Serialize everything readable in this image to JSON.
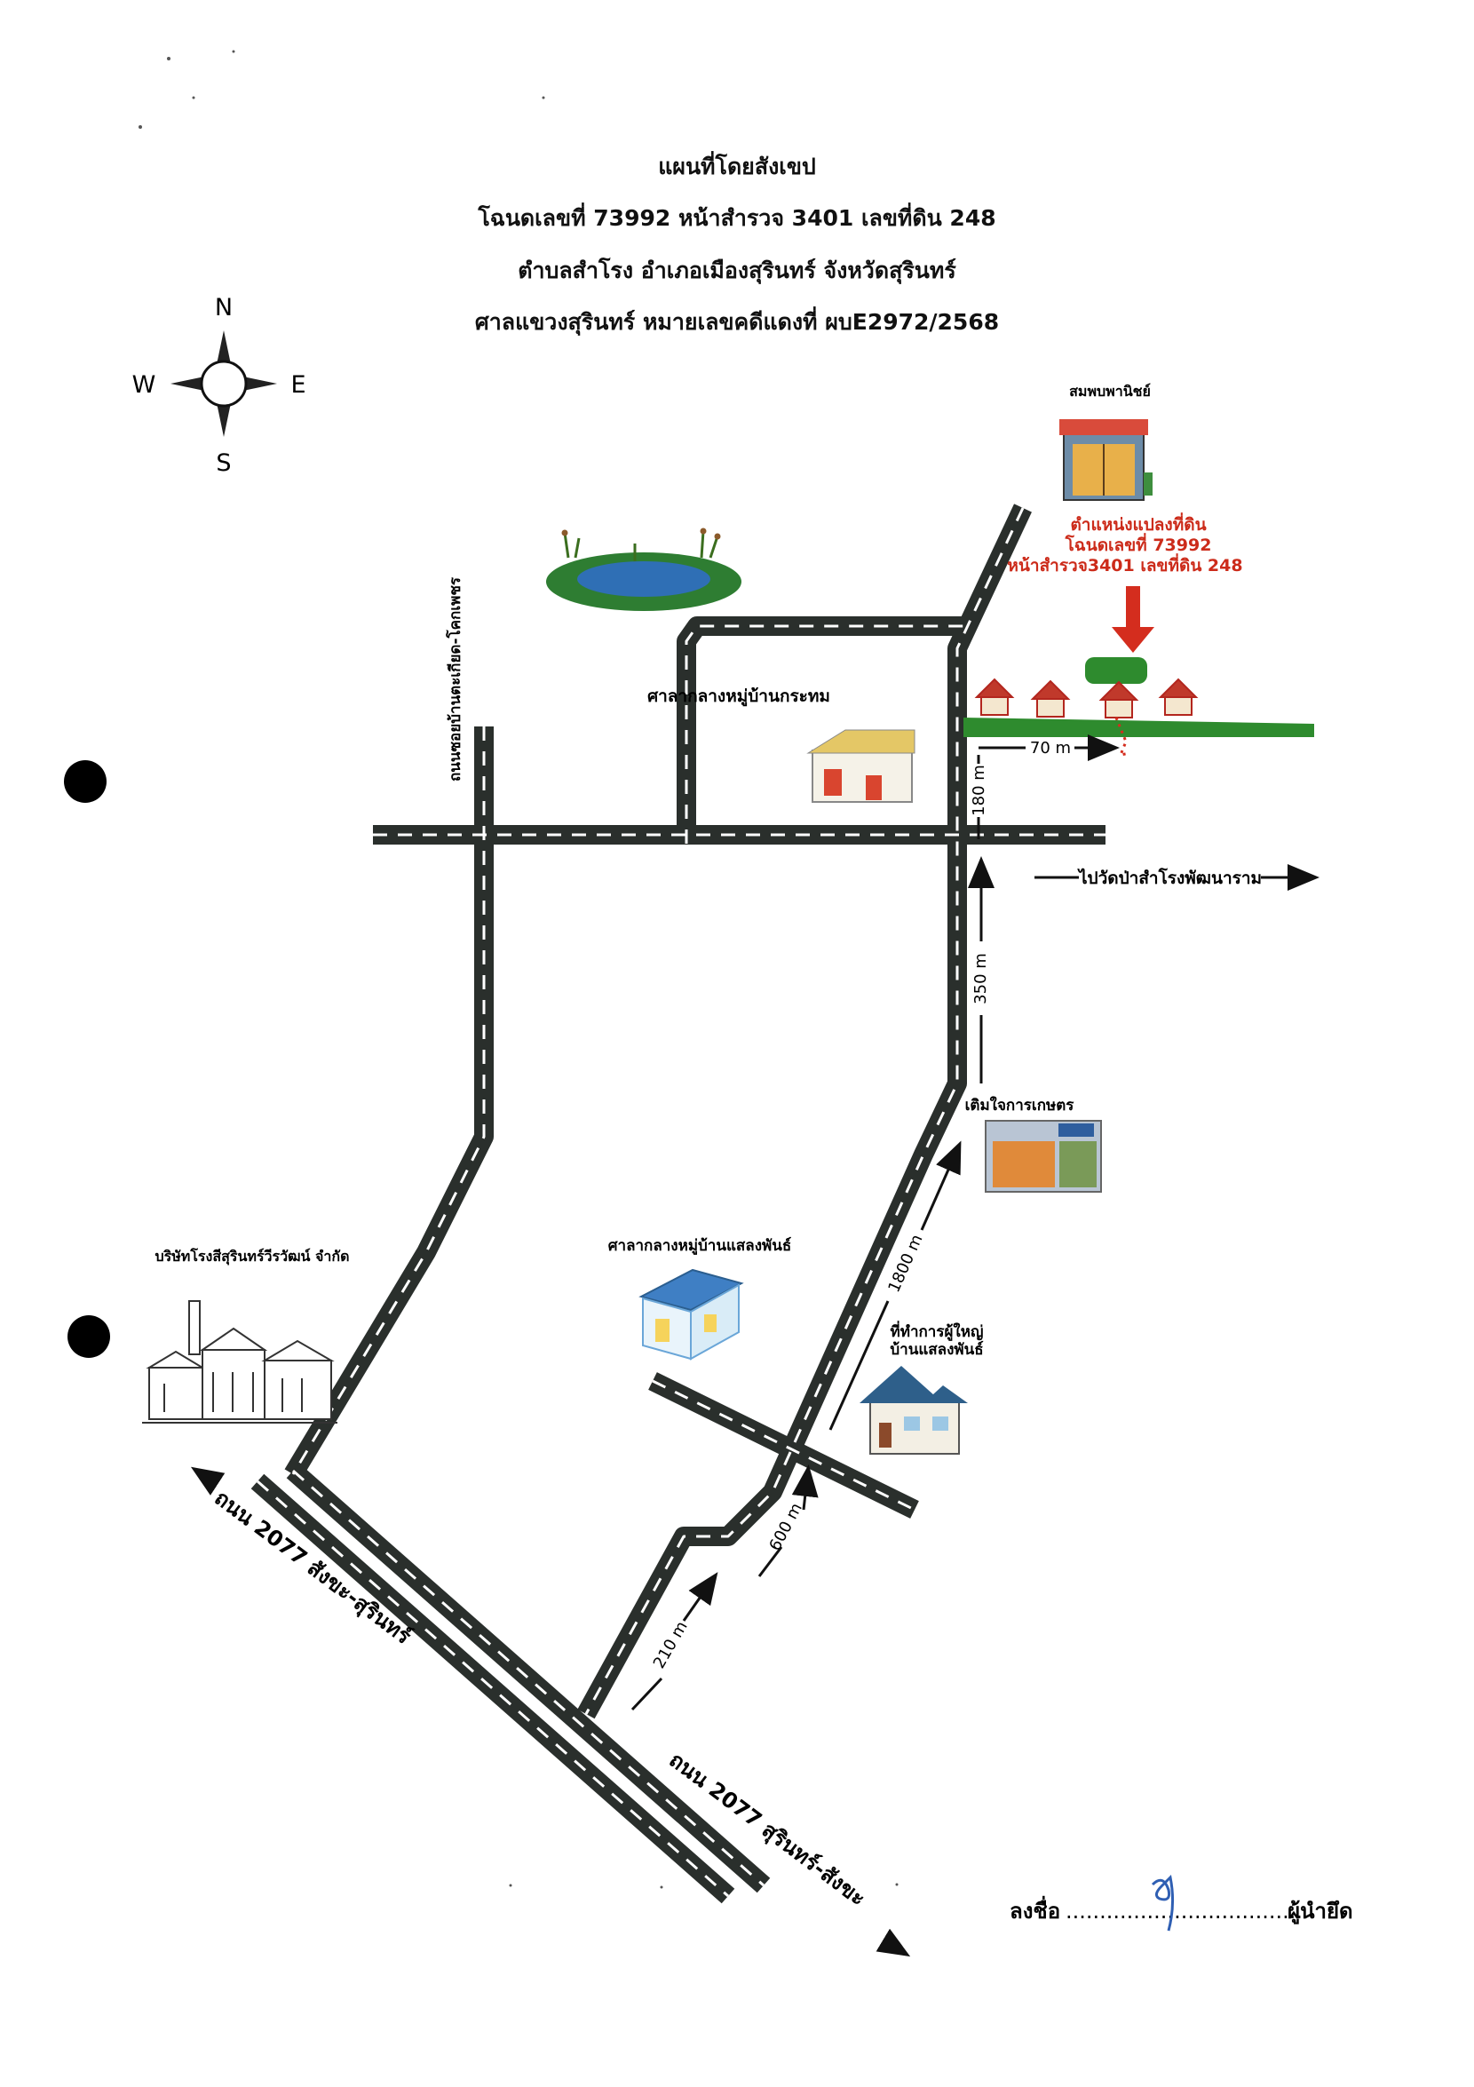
{
  "header": {
    "title": "แผนที่โดยสังเขป",
    "line2": "โฉนดเลขที่ 73992 หน้าสำรวจ 3401 เลขที่ดิน 248",
    "line3": "ตำบลสำโรง อำเภอเมืองสุรินทร์ จังหวัดสุรินทร์",
    "line4": "ศาลแขวงสุรินทร์ หมายเลขคดีแดงที่ ผบE2972/2568"
  },
  "compass": {
    "n": "N",
    "s": "S",
    "e": "E",
    "w": "W"
  },
  "landmarks": {
    "shop_top": "สมพบพานิชย์",
    "plot_line1": "ตำแหน่งแปลงที่ดิน",
    "plot_line2": "โฉนดเลขที่ 73992",
    "plot_line3": "หน้าสำรวจ3401 เลขที่ดิน 248",
    "sala_krathom": "ศาลากลางหมู่บ้านกระทม",
    "side_road": "ถนนซอยบ้านตะเกียด-โคกเพชร",
    "to_wat": "ไปวัดป่าสำโรงพัฒนาราม",
    "farm_shop": "เติมใจการเกษตร",
    "sala_saeng": "ศาลากลางหมู่บ้านแสลงพันธ์",
    "headman_line1": "ที่ทำการผู้ใหญ่",
    "headman_line2": "บ้านแสลงพันธ์",
    "factory": "บริษัทโรงสีสุรินทร์วีรวัฒน์ จำกัด",
    "highway_upper": "ถนน 2077 สังขะ-สุรินทร์",
    "highway_lower": "ถนน 2077 สุรินทร์-สังขะ"
  },
  "distances": {
    "d70": "70 m",
    "d180": "180 m",
    "d350": "350 m",
    "d1800": "1800 m",
    "d600": "600 m",
    "d210": "210 m"
  },
  "signature": {
    "label": "ลงชื่อ",
    "dots": "...................................",
    "role": "ผู้นำยึด",
    "scribble_color": "#2f5fb3"
  },
  "colors": {
    "road": "#2a2f2c",
    "road_dash": "#ffffff",
    "grass": "#2e8b2e",
    "pin_red": "#d42d1e",
    "plot_text": "#cc2b1a"
  },
  "icons": [
    "compass-rose-icon",
    "pond-icon",
    "shop-icon",
    "house-icon",
    "sala-icon",
    "factory-icon",
    "farm-shop-icon",
    "red-arrow-icon"
  ]
}
